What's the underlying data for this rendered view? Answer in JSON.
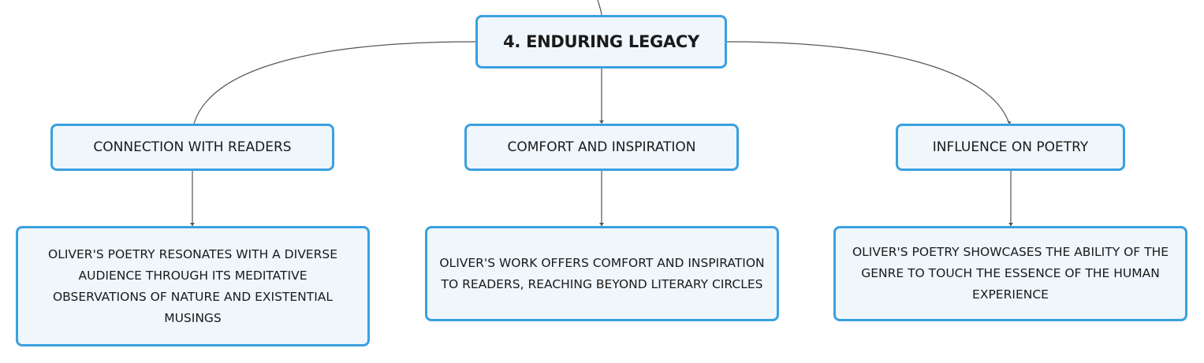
{
  "root": {
    "label": "4. ENDURING LEGACY"
  },
  "branches": [
    {
      "label": "CONNECTION WITH READERS",
      "detail": "OLIVER'S POETRY RESONATES WITH A DIVERSE AUDIENCE THROUGH ITS MEDITATIVE OBSERVATIONS OF NATURE AND EXISTENTIAL MUSINGS"
    },
    {
      "label": "COMFORT AND INSPIRATION",
      "detail": "OLIVER'S WORK OFFERS COMFORT AND INSPIRATION TO READERS, REACHING BEYOND LITERARY CIRCLES"
    },
    {
      "label": "INFLUENCE ON POETRY",
      "detail": "OLIVER'S POETRY SHOWCASES THE ABILITY OF THE GENRE TO TOUCH THE ESSENCE OF THE HUMAN EXPERIENCE"
    }
  ],
  "colors": {
    "node_border": "#3aa0df",
    "node_fill": "#eff6fc",
    "connector": "#555555",
    "text": "#1a1a1a"
  }
}
